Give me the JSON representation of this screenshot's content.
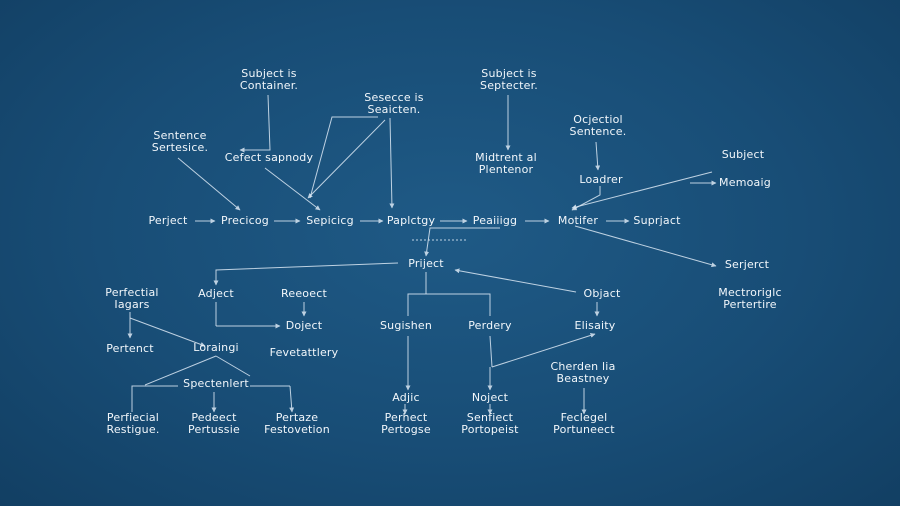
{
  "colors": {
    "background": "#184d76",
    "line": "#dbe8f4",
    "text": "#f2f7fb"
  },
  "nodes": {
    "n1": [
      "Subject is",
      "Container."
    ],
    "n2": [
      "Subject is",
      "Septecter."
    ],
    "n3": [
      "Sesecce is",
      "Seaicten."
    ],
    "n4": [
      "Sentence",
      "Sertesice."
    ],
    "n5": [
      "Cefect sapnody"
    ],
    "n6": [
      "Midtrent al",
      "Plentenor"
    ],
    "n7": [
      "Ocjectiol",
      "Sentence."
    ],
    "n8": [
      "Loadrer"
    ],
    "n9": [
      "Subject"
    ],
    "n10": [
      "Memoaig"
    ],
    "r1": [
      "Perject"
    ],
    "r2": [
      "Precicog"
    ],
    "r3": [
      "Sepicicg"
    ],
    "r4": [
      "Paplctgy"
    ],
    "r5": [
      "Peaiiigg"
    ],
    "r6": [
      "Motifer"
    ],
    "r7": [
      "Suprjact"
    ],
    "m1": [
      "Priject"
    ],
    "m2": [
      "Serjerct"
    ],
    "m3": [
      "Mectroriglc",
      "Pertertire"
    ],
    "a1": [
      "Perfectial",
      "Iagars"
    ],
    "a2": [
      "Adject"
    ],
    "a3": [
      "Reeoect"
    ],
    "a4": [
      "Objact"
    ],
    "b1": [
      "Doject"
    ],
    "b2": [
      "Sugishen"
    ],
    "b3": [
      "Perdery"
    ],
    "b4": [
      "Elisaity"
    ],
    "c1": [
      "Pertenct"
    ],
    "c2": [
      "Loraingi"
    ],
    "c3": [
      "Fevetattlery"
    ],
    "c4": [
      "Cherden lia",
      "Beastney"
    ],
    "d1": [
      "Spectenlert"
    ],
    "d2": [
      "Adjic"
    ],
    "d3": [
      "Noject"
    ],
    "e1": [
      "Perfiecial",
      "Restigue."
    ],
    "e2": [
      "Pedeect",
      "Pertussie"
    ],
    "e3": [
      "Pertaze",
      "Festovetion"
    ],
    "e4": [
      "Perhect",
      "Pertogse"
    ],
    "e5": [
      "Senfiect",
      "Portopeist"
    ],
    "e6": [
      "Feclegel",
      "Portuneect"
    ]
  }
}
